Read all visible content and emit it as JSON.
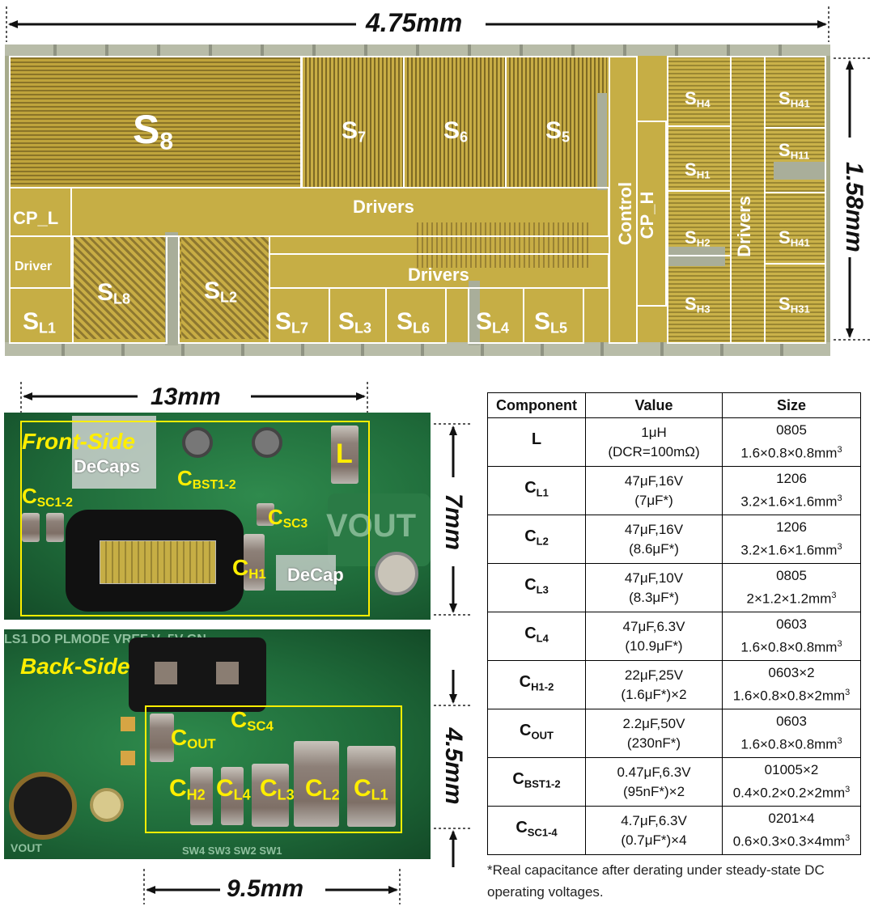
{
  "dimensions": {
    "die_width": "4.75mm",
    "die_height": "1.58mm",
    "board_width": "13mm",
    "front_height": "7mm",
    "back_height": "4.5mm",
    "back_width": "9.5mm"
  },
  "die_labels": {
    "s8": "S",
    "s8_sub": "8",
    "s7": "S",
    "s7_sub": "7",
    "s6": "S",
    "s6_sub": "6",
    "s5": "S",
    "s5_sub": "5",
    "sh4": "S",
    "sh4_sub": "H4",
    "sh41a": "S",
    "sh41a_sub": "H41",
    "sh11": "S",
    "sh11_sub": "H11",
    "sh1": "S",
    "sh1_sub": "H1",
    "sh2": "S",
    "sh2_sub": "H2",
    "sh41b": "S",
    "sh41b_sub": "H41",
    "sh3": "S",
    "sh3_sub": "H3",
    "sh31": "S",
    "sh31_sub": "H31",
    "cp_l": "CP_L",
    "driver": "Driver",
    "drivers_top": "Drivers",
    "drivers_mid": "Drivers",
    "drivers_right": "Drivers",
    "control": "Control",
    "cp_h": "CP_H",
    "sl1": "S",
    "sl1_sub": "L1",
    "sl8": "S",
    "sl8_sub": "L8",
    "sl2": "S",
    "sl2_sub": "L2",
    "sl7": "S",
    "sl7_sub": "L7",
    "sl3": "S",
    "sl3_sub": "L3",
    "sl6": "S",
    "sl6_sub": "L6",
    "sl4": "S",
    "sl4_sub": "L4",
    "sl5": "S",
    "sl5_sub": "L5"
  },
  "front": {
    "title": "Front-Side",
    "decaps": "DeCaps",
    "decap": "DeCap",
    "l": "L",
    "cbst": "C",
    "cbst_sub": "BST1-2",
    "csc12": "C",
    "csc12_sub": "SC1-2",
    "csc3": "C",
    "csc3_sub": "SC3",
    "ch1": "C",
    "ch1_sub": "H1",
    "vout": "VOUT"
  },
  "back": {
    "title": "Back-Side",
    "cout": "C",
    "cout_sub": "OUT",
    "csc4": "C",
    "csc4_sub": "SC4",
    "ch2": "C",
    "ch2_sub": "H2",
    "cl4": "C",
    "cl4_sub": "L4",
    "cl3": "C",
    "cl3_sub": "L3",
    "cl2": "C",
    "cl2_sub": "L2",
    "cl1": "C",
    "cl1_sub": "L1",
    "silk_top": "LS1   DO  PLMODE  VREF  V_5V  GN",
    "silk_bottom": "SW4 SW3 SW2 SW1",
    "vout": "VOUT"
  },
  "table": {
    "headers": [
      "Component",
      "Value",
      "Size"
    ],
    "rows": [
      {
        "name": "L",
        "sub": "",
        "v1": "1μH",
        "v2": "(DCR=100mΩ)",
        "s1": "0805",
        "s2": "1.6×0.8×0.8mm",
        "sup": "3"
      },
      {
        "name": "C",
        "sub": "L1",
        "v1": "47μF,16V",
        "v2": "(7μF*)",
        "s1": "1206",
        "s2": "3.2×1.6×1.6mm",
        "sup": "3"
      },
      {
        "name": "C",
        "sub": "L2",
        "v1": "47μF,16V",
        "v2": "(8.6μF*)",
        "s1": "1206",
        "s2": "3.2×1.6×1.6mm",
        "sup": "3"
      },
      {
        "name": "C",
        "sub": "L3",
        "v1": "47μF,10V",
        "v2": "(8.3μF*)",
        "s1": "0805",
        "s2": "2×1.2×1.2mm",
        "sup": "3"
      },
      {
        "name": "C",
        "sub": "L4",
        "v1": "47μF,6.3V",
        "v2": "(10.9μF*)",
        "s1": "0603",
        "s2": "1.6×0.8×0.8mm",
        "sup": "3"
      },
      {
        "name": "C",
        "sub": "H1-2",
        "v1": "22μF,25V",
        "v2": "(1.6μF*)×2",
        "s1": "0603×2",
        "s2": "1.6×0.8×0.8×2mm",
        "sup": "3"
      },
      {
        "name": "C",
        "sub": "OUT",
        "v1": "2.2μF,50V",
        "v2": "(230nF*)",
        "s1": "0603",
        "s2": "1.6×0.8×0.8mm",
        "sup": "3"
      },
      {
        "name": "C",
        "sub": "BST1-2",
        "v1": "0.47μF,6.3V",
        "v2": "(95nF*)×2",
        "s1": "01005×2",
        "s2": "0.4×0.2×0.2×2mm",
        "sup": "3"
      },
      {
        "name": "C",
        "sub": "SC1-4",
        "v1": "4.7μF,6.3V",
        "v2": "(0.7μF*)×4",
        "s1": "0201×4",
        "s2": "0.6×0.3×0.3×4mm",
        "sup": "3"
      }
    ],
    "note_line1": "*Real capacitance after derating under steady-state DC",
    "note_line2": "operating voltages."
  },
  "colors": {
    "die_gold": "#c9b146",
    "die_gray": "#a7ab8c",
    "pcb_green": "#1f6b3a",
    "yellow": "#ffee00"
  }
}
